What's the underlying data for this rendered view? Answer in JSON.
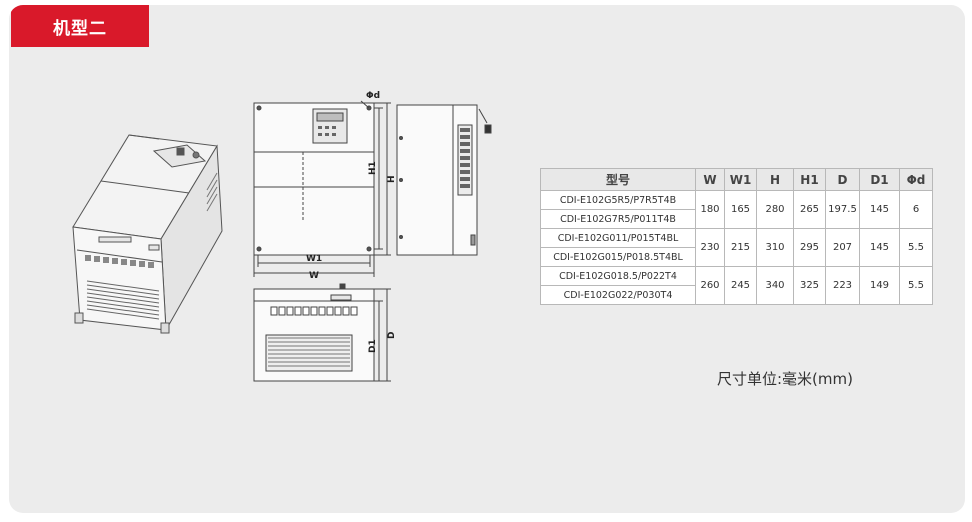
{
  "section": {
    "title": "机型二"
  },
  "diagram": {
    "label_phi_d": "Φd",
    "label_W1": "W1",
    "label_W": "W",
    "label_H1": "H1",
    "label_H": "H",
    "label_D1": "D1",
    "label_D": "D"
  },
  "table": {
    "headers": [
      "型号",
      "W",
      "W1",
      "H",
      "H1",
      "D",
      "D1",
      "Φd"
    ],
    "groups": [
      {
        "models": [
          "CDI-E102G5R5/P7R5T4B",
          "CDI-E102G7R5/P011T4B"
        ],
        "values": [
          "180",
          "165",
          "280",
          "265",
          "197.5",
          "145",
          "6"
        ]
      },
      {
        "models": [
          "CDI-E102G011/P015T4BL",
          "CDI-E102G015/P018.5T4BL"
        ],
        "values": [
          "230",
          "215",
          "310",
          "295",
          "207",
          "145",
          "5.5"
        ]
      },
      {
        "models": [
          "CDI-E102G018.5/P022T4",
          "CDI-E102G022/P030T4"
        ],
        "values": [
          "260",
          "245",
          "340",
          "325",
          "223",
          "149",
          "5.5"
        ]
      }
    ]
  },
  "unit_note": "尺寸单位:毫米(mm)",
  "colors": {
    "accent": "#d9192a",
    "panel": "#ececec"
  }
}
